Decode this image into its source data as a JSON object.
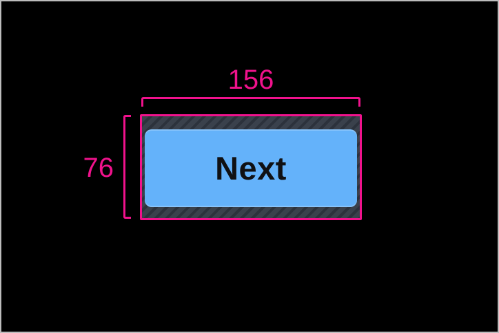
{
  "colors": {
    "accent": "#f0128c",
    "button-fill": "#64b2fa",
    "button-text": "#101114",
    "hatch-base": "#3a414c",
    "hatch-stripe": "#2c323c",
    "canvas-bg": "#000000",
    "frame-border": "#bdbdbd"
  },
  "annotations": {
    "width": {
      "label": "156"
    },
    "height": {
      "label": "76"
    }
  },
  "button": {
    "label": "Next"
  }
}
